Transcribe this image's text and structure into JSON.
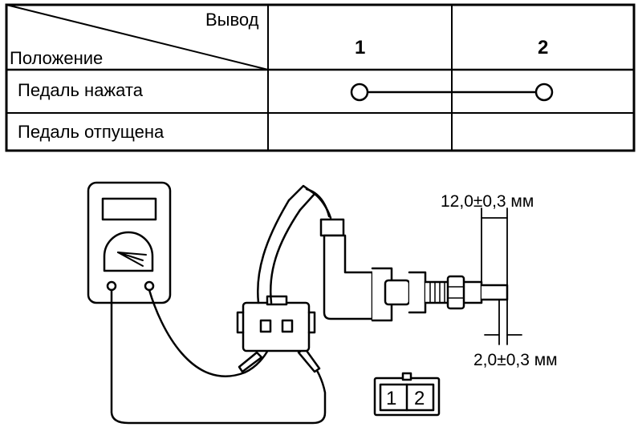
{
  "table": {
    "header_output": "Вывод",
    "header_position": "Положение",
    "terminal_1": "1",
    "terminal_2": "2",
    "row_pressed": "Педаль нажата",
    "row_released": "Педаль отпущена"
  },
  "diagram": {
    "dim_top": "12,0±0,3 мм",
    "dim_bottom": "2,0±0,3 мм",
    "connector_pin_1": "1",
    "connector_pin_2": "2"
  }
}
